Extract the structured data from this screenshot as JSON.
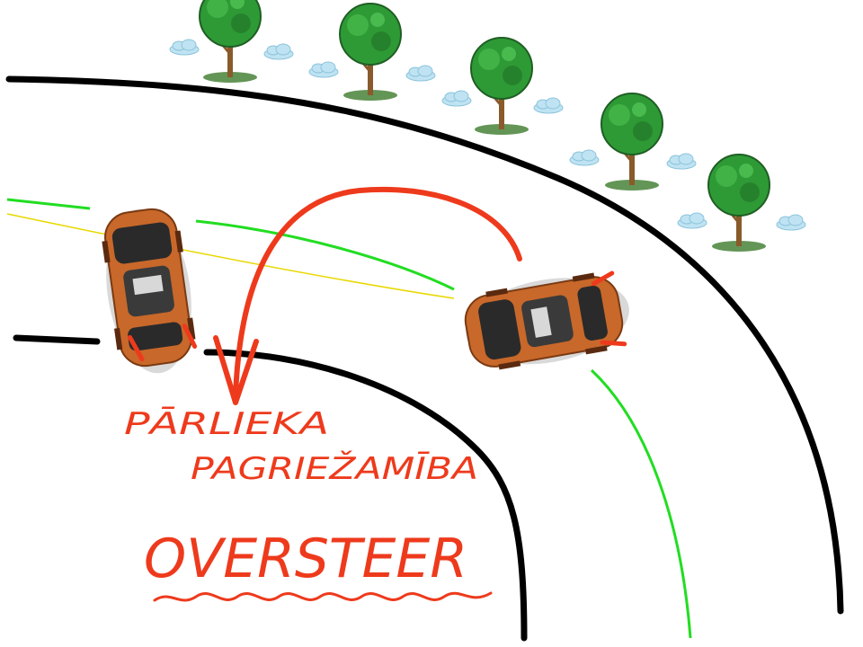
{
  "labels": {
    "latvian_line1": "PĀRLIEKA",
    "latvian_line2": "PAGRIEŽAMĪBA",
    "english": "OVERSTEER"
  },
  "colors": {
    "road_edge": "#000000",
    "driving_line": "#22dd22",
    "guide_line": "#e8d800",
    "arrow": "#ee3a1c",
    "car_body": "#c8682a",
    "tree_foliage": "#2e9a35",
    "tree_trunk": "#8a5a2b",
    "cloud": "#bfe3f2"
  },
  "icons": {
    "tree": "tree-icon",
    "cloud": "cloud-icon",
    "car": "car-icon",
    "arrow": "curved-arrow-icon"
  }
}
